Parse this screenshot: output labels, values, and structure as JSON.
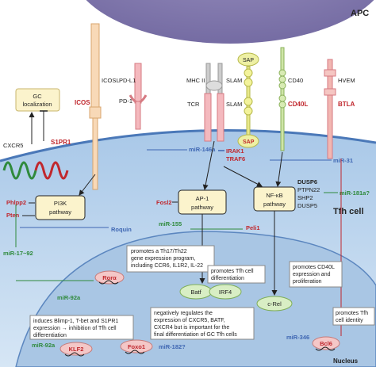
{
  "colors": {
    "apc_cell": "#8d84b4",
    "tfh_cell": "#b9d3ec",
    "nucleus": "#9fbddd",
    "mirna_blue": "#3e66b2",
    "mirna_green": "#2f8a3c",
    "activator_red": "#c0272d",
    "pathway_box": "#fbf3cc",
    "transcription_factor": "#d8eec4",
    "repressed_tf": "#f4c7c7"
  },
  "labels": {
    "apc": "APC",
    "tfh_cell": "Tfh cell",
    "nucleus": "Nucleus",
    "icosl": "ICOSL",
    "pdl1": "PD-L1",
    "mhc2": "MHC II",
    "slam_left": "SLAM",
    "sap_top": "SAP",
    "cd40": "CD40",
    "hvem": "HVEM",
    "icos": "ICOS",
    "pd1": "PD-1",
    "tcr": "TCR",
    "slam_right": "SLAM",
    "sap_bottom": "SAP",
    "cd40l": "CD40L",
    "btla": "BTLA",
    "gc_line1": "GC",
    "gc_line2": "localization",
    "cxcr5": "CXCR5",
    "s1pr1": "S1PR1",
    "mir146a": "miR-146a",
    "irak1": "IRAK1",
    "traf6": "TRAF6",
    "mir31": "miR-31",
    "dusp6": "DUSP6",
    "ptpn22": "PTPN22",
    "shp2": "SHP2",
    "dusp5": "DUSP5",
    "mir181a": "miR-181a?",
    "phlpp2": "Phlpp2",
    "pten": "Pten",
    "pi3k_line1": "PI3K",
    "pi3k_line2": "pathway",
    "fosl2": "Fosl2",
    "ap1_line1": "AP-1",
    "ap1_line2": "pathway",
    "nfkb_line1": "NF-κB",
    "nfkb_line2": "pathway",
    "mir155": "miR-155",
    "peli1": "Peli1",
    "roquin": "Roquin",
    "mir1792": "miR-17~92",
    "rora": "Rorα",
    "mir92a_top": "miR-92a",
    "mir92a_bottom": "miR-92a",
    "batf": "Batf",
    "irf4": "IRF4",
    "crel": "c-Rel",
    "klf2": "KLF2",
    "foxo1": "Foxo1",
    "mir182": "miR-182?",
    "mir346": "miR-346",
    "bcl6": "Bcl6"
  },
  "notes": {
    "rora": [
      "promotes a Th17/Th22",
      "gene expression program,",
      "including CCR6, IL1R2, IL-22"
    ],
    "batf": [
      "promotes Tfh cell",
      "differentiation"
    ],
    "crel": [
      "promotes CD40L",
      "expression and",
      "proliferation"
    ],
    "bcl6": [
      "promotes Tfh",
      "cell identity"
    ],
    "foxo1": [
      "negatively regulates the",
      "expression of CXCR5, BATF,",
      "CXCR4 but is important for the",
      "final differentiation of GC Tfh cells"
    ],
    "klf2": [
      "induces Blimp-1, T-bet and S1PR1",
      "expression → inhibition of Tfh cell",
      "differentiation"
    ]
  }
}
